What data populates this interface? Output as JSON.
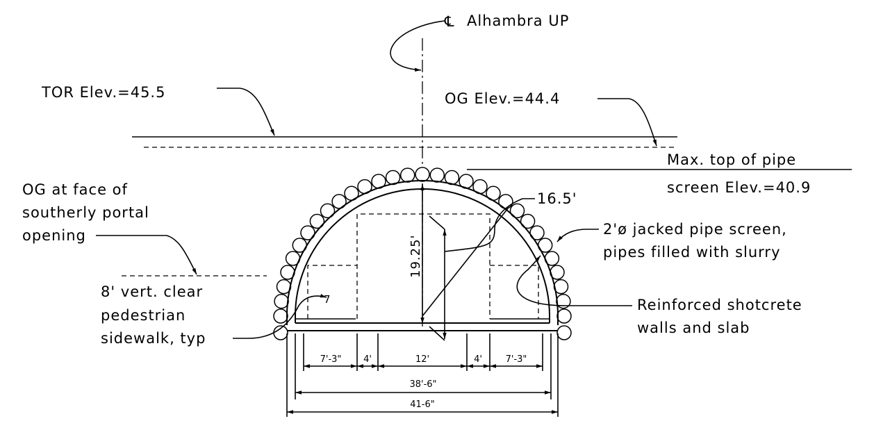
{
  "labels": {
    "centerline_symbol": "℄",
    "centerline": "Alhambra UP",
    "tor_elev": "TOR Elev.=45.5",
    "og_elev": "OG Elev.=44.4",
    "max_top_line1": "Max. top of pipe",
    "max_top_line2": "screen Elev.=40.9",
    "og_face_line1": "OG at face of",
    "og_face_line2": "southerly portal",
    "og_face_line3": "opening",
    "radius": "16.5'",
    "height": "19.25'",
    "pipe_screen_line1": "2'ø jacked pipe screen,",
    "pipe_screen_line2": "pipes filled with slurry",
    "sidewalk_line1": "8' vert. clear",
    "sidewalk_line2": "pedestrian",
    "sidewalk_line3": "sidewalk, typ",
    "shotcrete_line1": "Reinforced shotcrete",
    "shotcrete_line2": "walls and slab",
    "slope_mark": "7"
  },
  "dims": {
    "seg1": "7'-3\"",
    "seg2": "4'",
    "seg3": "12'",
    "seg4": "4'",
    "seg5": "7'-3\"",
    "inner_total": "38'-6\"",
    "outer_total": "41-6\""
  }
}
